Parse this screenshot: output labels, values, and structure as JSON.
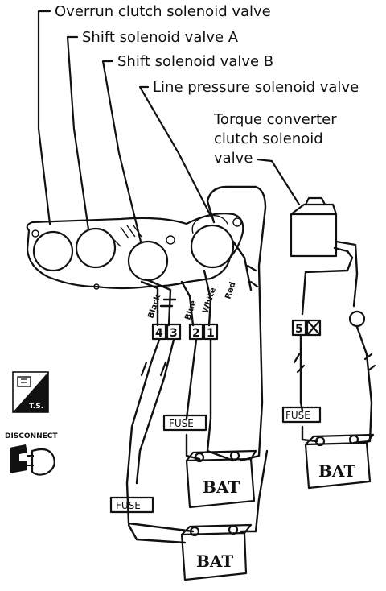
{
  "callouts": {
    "overrun": "Overrun clutch solenoid valve",
    "shift_a": "Shift solenoid valve A",
    "shift_b": "Shift solenoid valve B",
    "line_pressure": "Line pressure solenoid valve",
    "tcc_line1": "Torque converter",
    "tcc_line2": "clutch solenoid",
    "tcc_line3": "valve"
  },
  "wire_colors": {
    "black": "Black",
    "blue": "Blue",
    "white": "White",
    "red": "Red"
  },
  "terminals": {
    "t4": "4",
    "t3": "3",
    "t2": "2",
    "t1": "1",
    "t5": "5"
  },
  "fuse_label": "FUSE",
  "battery_label": "BAT",
  "side_icons": {
    "ts_label": "T.S.",
    "disconnect_label": "DISCONNECT"
  }
}
